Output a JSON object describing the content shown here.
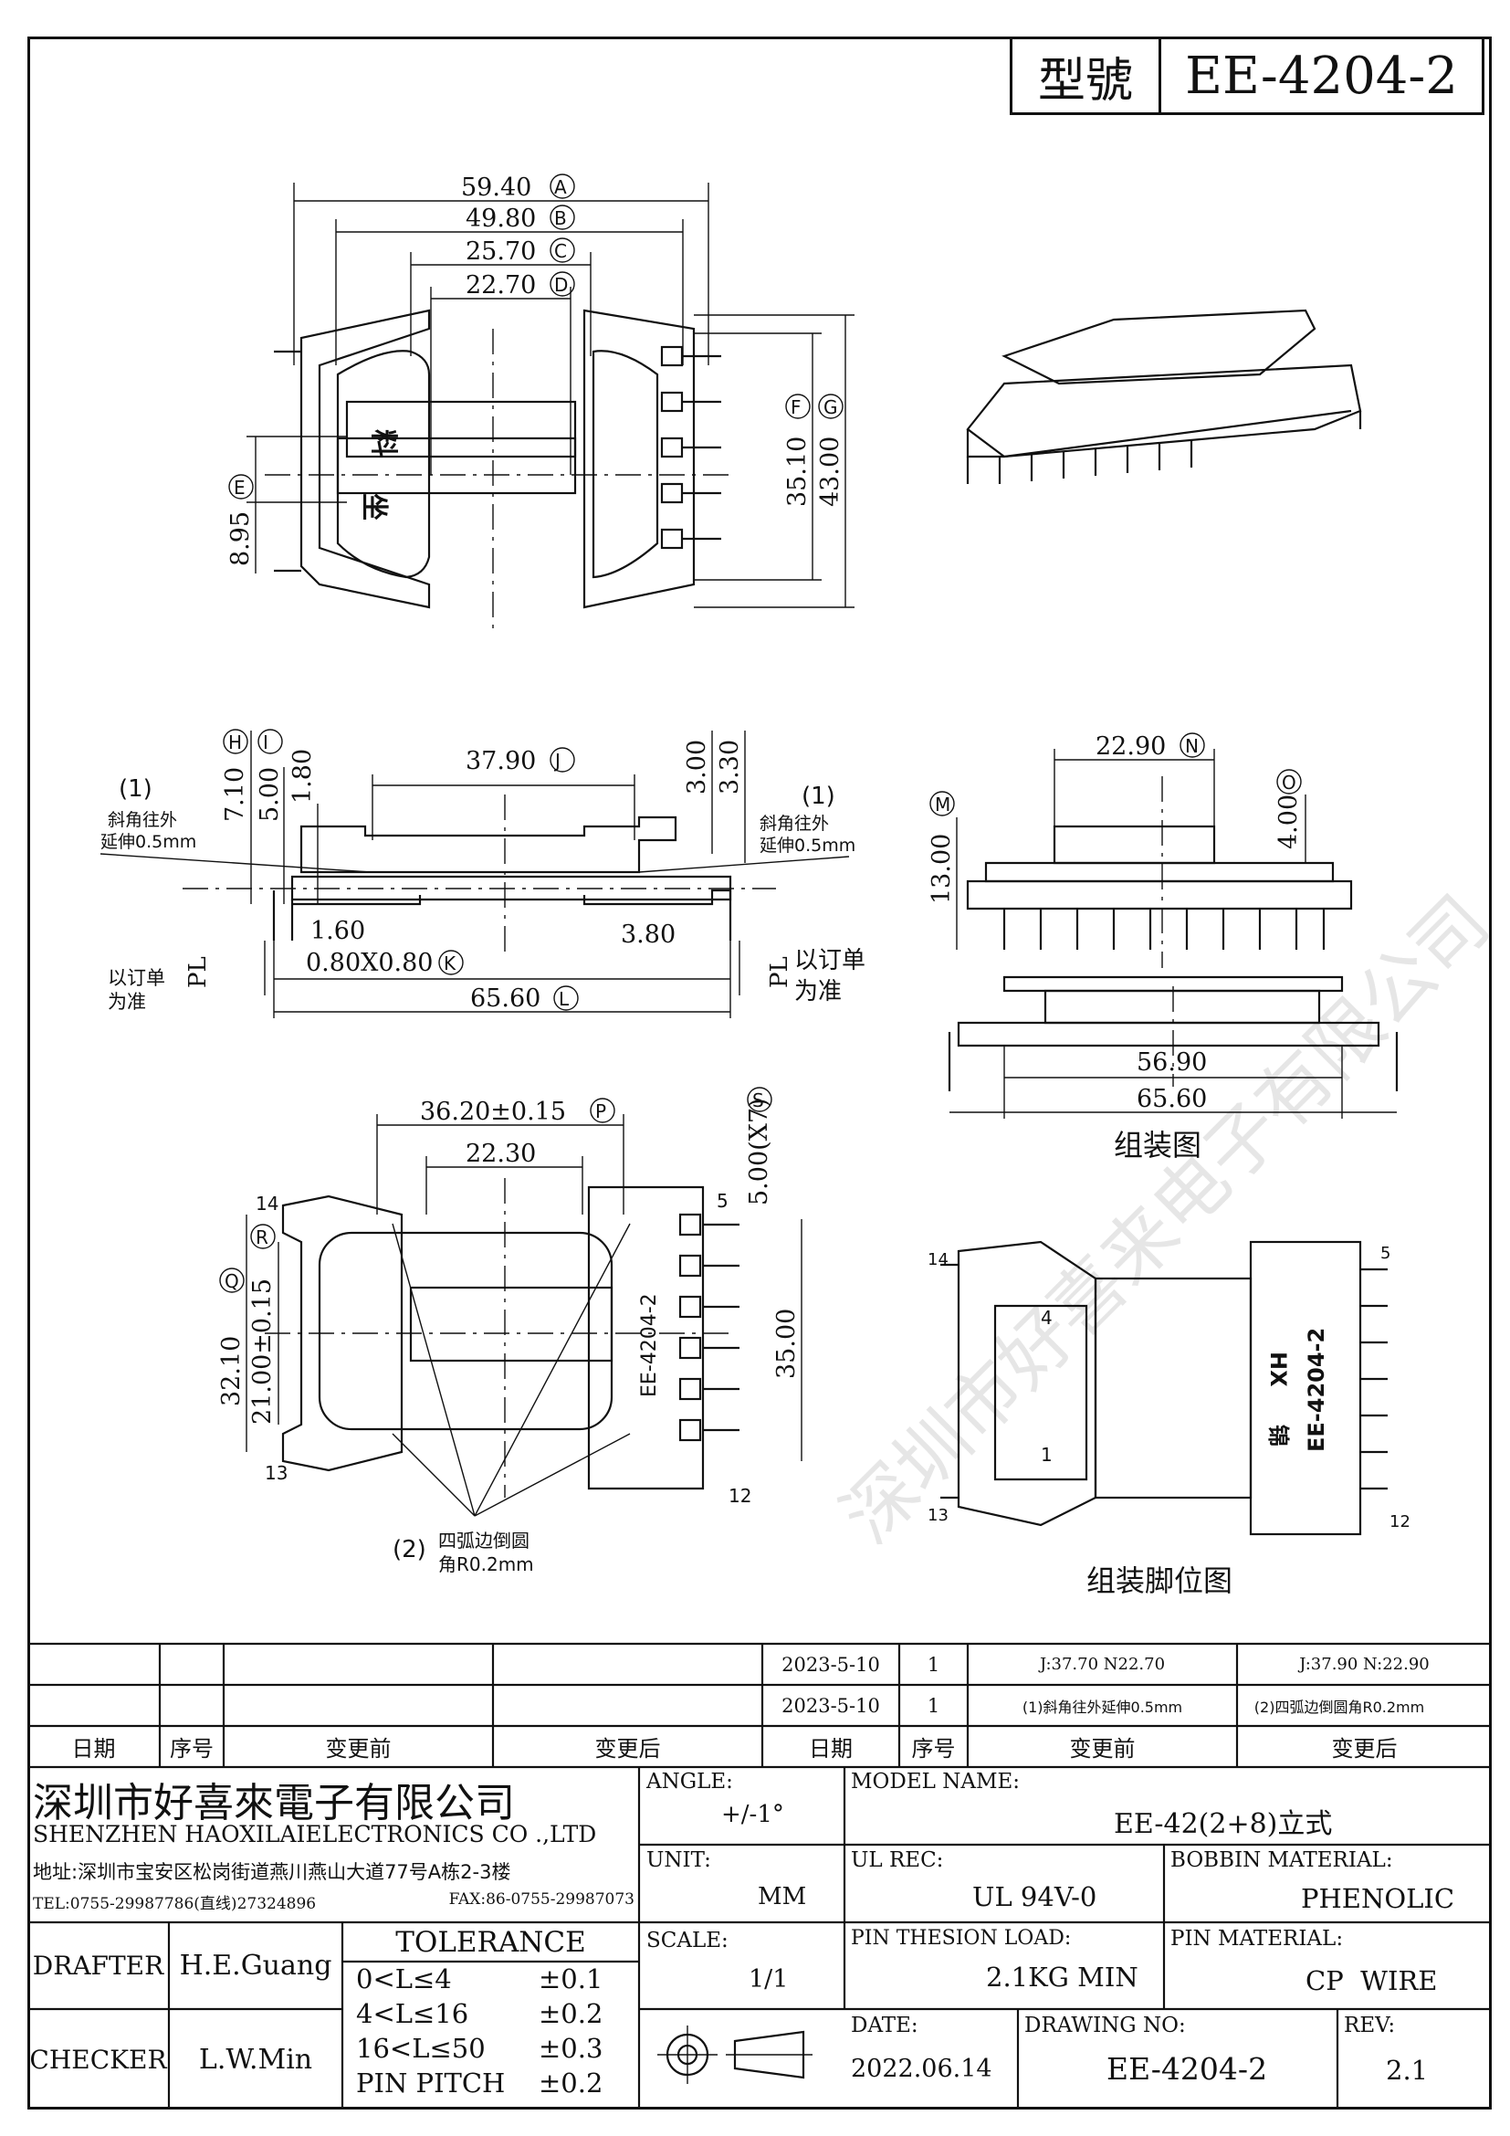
{
  "header": {
    "model_label": "型號",
    "model_value": "EE-4204-2"
  },
  "top_view": {
    "dims": [
      {
        "v": "59.40",
        "k": "A"
      },
      {
        "v": "49.80",
        "k": "B"
      },
      {
        "v": "25.70",
        "k": "C"
      },
      {
        "v": "22.70",
        "k": "D"
      },
      {
        "v": "35.10",
        "k": "F"
      },
      {
        "v": "43.00",
        "k": "G"
      },
      {
        "v": "8.95",
        "k": "E"
      }
    ],
    "labels": [
      "料",
      "坐"
    ]
  },
  "side_view": {
    "dims": [
      {
        "v": "7.10",
        "k": "H"
      },
      {
        "v": "5.00",
        "k": "I"
      },
      {
        "v": "1.80",
        "k": ""
      },
      {
        "v": "37.90",
        "k": "J"
      },
      {
        "v": "3.00",
        "k": ""
      },
      {
        "v": "3.30",
        "k": ""
      },
      {
        "v": "1.60",
        "k": ""
      },
      {
        "v": "3.80",
        "k": ""
      },
      {
        "v": "0.80X0.80",
        "k": "K"
      },
      {
        "v": "65.60",
        "k": "L"
      },
      {
        "v": "PL",
        "k": ""
      }
    ],
    "note1_num": "(1)",
    "note1_a": "斜角往外",
    "note1_b": "延伸0.5mm",
    "note_pl_a": "以订单",
    "note_pl_b": "为准"
  },
  "front_view": {
    "dims": [
      {
        "v": "22.90",
        "k": "N"
      },
      {
        "v": "13.00",
        "k": "M"
      },
      {
        "v": "4.00",
        "k": "O"
      }
    ]
  },
  "assembly": {
    "dim1": "56.90",
    "dim2": "65.60",
    "caption": "组装图"
  },
  "bottom_view": {
    "dims": [
      {
        "v": "36.20±0.15",
        "k": "P"
      },
      {
        "v": "22.30",
        "k": ""
      },
      {
        "v": "5.00(X7)",
        "k": "S"
      },
      {
        "v": "32.10",
        "k": "Q"
      },
      {
        "v": "21.00±0.15",
        "k": "R"
      },
      {
        "v": "35.00",
        "k": ""
      }
    ],
    "pins": [
      "14",
      "13",
      "5",
      "12"
    ],
    "marking": "EE-4204-2",
    "note2_num": "(2)",
    "note2_a": "四弧边倒圆",
    "note2_b": "角R0.2mm"
  },
  "pin_layout": {
    "caption": "组装脚位图",
    "pins": [
      "14",
      "13",
      "5",
      "12",
      "4",
      "1"
    ],
    "marking": "EE-4204-2",
    "mark2": "HX",
    "mark3": "锦"
  },
  "watermark": "深圳市好喜来电子有限公司",
  "revision_table": {
    "rows": [
      {
        "date": "2023-5-10",
        "seq": "1",
        "before": "J:37.70  N22.70",
        "after": "J:37.90  N:22.90"
      },
      {
        "date": "2023-5-10",
        "seq": "1",
        "before": "(1)斜角往外延伸0.5mm",
        "after": "(2)四弧边倒圆角R0.2mm"
      }
    ],
    "headers": [
      "日期",
      "序号",
      "变更前",
      "变更后",
      "日期",
      "序号",
      "变更前",
      "变更后"
    ]
  },
  "title_block": {
    "company_cn": "深圳市好喜來電子有限公司",
    "company_en": "SHENZHEN HAOXILAIELECTRONICS CO .,LTD",
    "address": "地址:深圳市宝安区松岗街道燕川燕山大道77号A栋2-3楼",
    "tel": "TEL:0755-29987786(直线)27324896",
    "fax": "FAX:86-0755-29987073",
    "angle_label": "ANGLE:",
    "angle_value": "+/-1°",
    "unit_label": "UNIT:",
    "unit_value": "MM",
    "scale_label": "SCALE:",
    "scale_value": "1/1",
    "model_name_label": "MODEL NAME:",
    "model_name_value": "EE-42(2+8)立式",
    "ul_label": "UL REC:",
    "ul_value": "UL 94V-0",
    "bobbin_label": "BOBBIN MATERIAL:",
    "bobbin_value": "PHENOLIC",
    "pin_load_label": "PIN THESION LOAD:",
    "pin_load_value": "2.1KG MIN",
    "pin_mat_label": "PIN MATERIAL:",
    "pin_mat_value": "CP  WIRE",
    "date_label": "DATE:",
    "date_value": "2022.06.14",
    "drawing_label": "DRAWING NO:",
    "drawing_value": "EE-4204-2",
    "rev_label": "REV:",
    "rev_value": "2.1",
    "drafter_label": "DRAFTER",
    "drafter_value": "H.E.Guang",
    "checker_label": "CHECKER",
    "checker_value": "L.W.Min",
    "tolerance_title": "TOLERANCE",
    "tolerance": [
      {
        "range": "0<L≤4",
        "tol": "±0.1"
      },
      {
        "range": "4<L≤16",
        "tol": "±0.2"
      },
      {
        "range": "16<L≤50",
        "tol": "±0.3"
      },
      {
        "range": "PIN PITCH",
        "tol": "±0.2"
      }
    ]
  }
}
